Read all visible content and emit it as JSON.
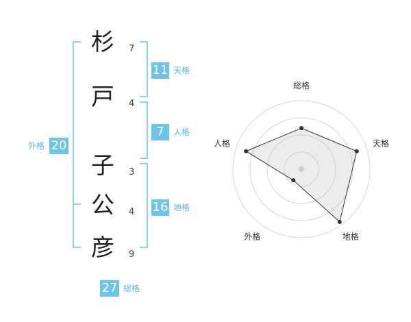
{
  "name": {
    "chars": [
      {
        "char": "杉",
        "strokes": "7"
      },
      {
        "char": "戸",
        "strokes": "4"
      },
      {
        "char": "子",
        "strokes": "3"
      },
      {
        "char": "公",
        "strokes": "4"
      },
      {
        "char": "彦",
        "strokes": "9"
      }
    ]
  },
  "fortune": {
    "tenkaku": {
      "value": "11",
      "label": "天格"
    },
    "jinkaku": {
      "value": "7",
      "label": "人格"
    },
    "chikaku": {
      "value": "16",
      "label": "地格"
    },
    "gaikaku": {
      "value": "20",
      "label": "外格"
    },
    "soukaku": {
      "value": "27",
      "label": "総格"
    }
  },
  "chart_data": {
    "type": "radar",
    "axes": [
      "総格",
      "天格",
      "地格",
      "外格",
      "人格"
    ],
    "values": [
      0.6,
      0.85,
      0.95,
      0.2,
      0.85
    ],
    "max": 1,
    "rings": 4
  }
}
